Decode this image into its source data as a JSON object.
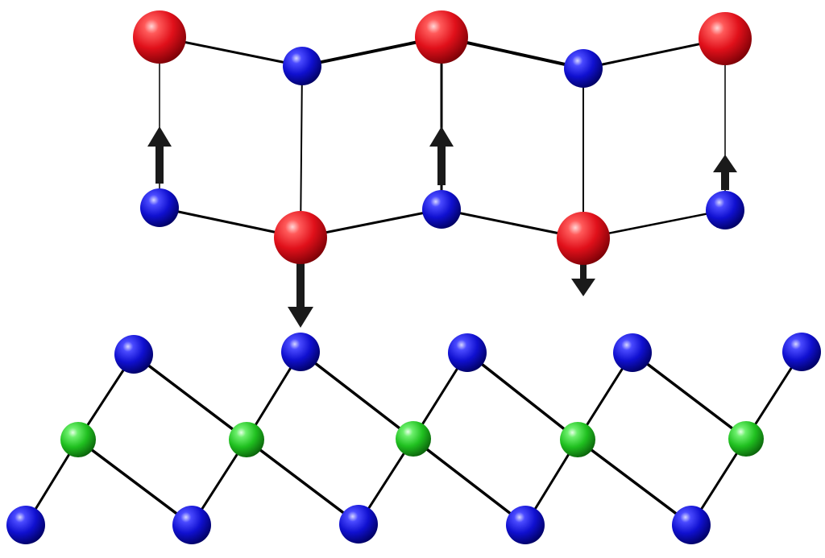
{
  "colors": {
    "background": "#ffffff",
    "bond": "#000000",
    "arrow": "#1a1a1a",
    "atom_red": "#e0101a",
    "atom_blue": "#1010d0",
    "atom_green": "#20d020"
  },
  "atom_types": {
    "red": {
      "color_key": "atom_red"
    },
    "blue": {
      "color_key": "atom_blue"
    },
    "green": {
      "color_key": "atom_green"
    }
  },
  "layers": [
    {
      "id": "top-layer",
      "atom_species": [
        "red",
        "blue"
      ]
    },
    {
      "id": "bottom-layer",
      "atom_species": [
        "blue",
        "green"
      ]
    }
  ]
}
